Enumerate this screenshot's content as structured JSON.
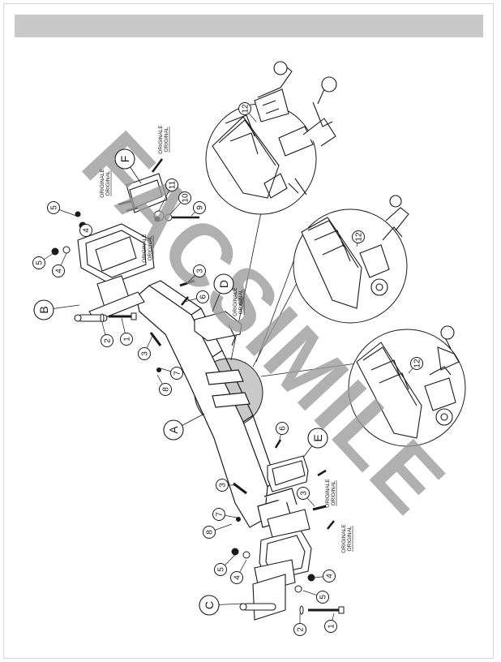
{
  "callouts": {
    "A": "A",
    "B": "B",
    "C": "C",
    "D": "D",
    "E": "E",
    "F": "F"
  },
  "parts": {
    "p1": "1",
    "p2": "2",
    "p3": "3",
    "p4": "4",
    "p5": "5",
    "p6": "6",
    "p7": "7",
    "p8": "8",
    "p9": "9",
    "p10": "10",
    "p11": "11",
    "p12": "12"
  },
  "original_label": [
    "ORIGINALE",
    "ORIGINAL"
  ],
  "watermark": "FACSIMILE",
  "colors": {
    "line": "#1a1a1a",
    "header": "#c8c8c8",
    "watermark": "#9a9a9a",
    "magnify": "#bdbdbd"
  }
}
